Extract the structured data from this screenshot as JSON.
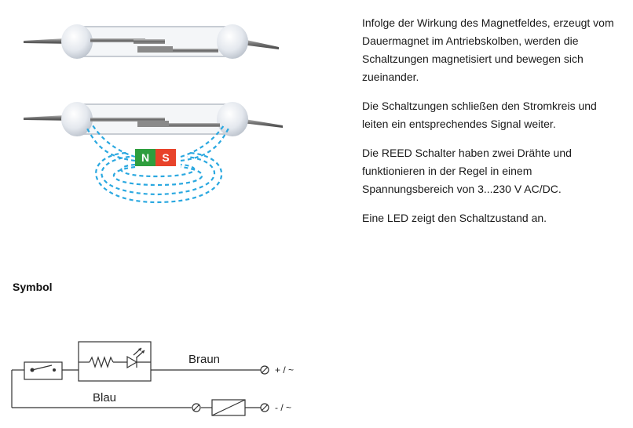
{
  "description": {
    "paragraphs": [
      "Infolge der Wirkung des Magnetfeldes, erzeugt vom Dauermagnet im Antriebskolben, werden die Schaltzungen magnetisiert und bewegen sich zueinander.",
      "Die Schaltzungen schließen den Stromkreis und leiten ein entsprechendes Signal weiter.",
      "Die REED Schalter haben zwei Drähte und funktionieren in der Regel in einem Spannungsbereich von 3...230 V AC/DC.",
      "Eine LED zeigt den Schaltzustand an."
    ]
  },
  "illustration": {
    "magnet_north": "N",
    "magnet_south": "S",
    "colors": {
      "north": "#2e9e3e",
      "south": "#e8432a",
      "field_lines": "#2aa8e0"
    }
  },
  "symbol": {
    "heading": "Symbol",
    "wire_brown": "Braun",
    "wire_blue": "Blau",
    "terminal_plus": "+ / ~",
    "terminal_minus": "- / ~"
  }
}
